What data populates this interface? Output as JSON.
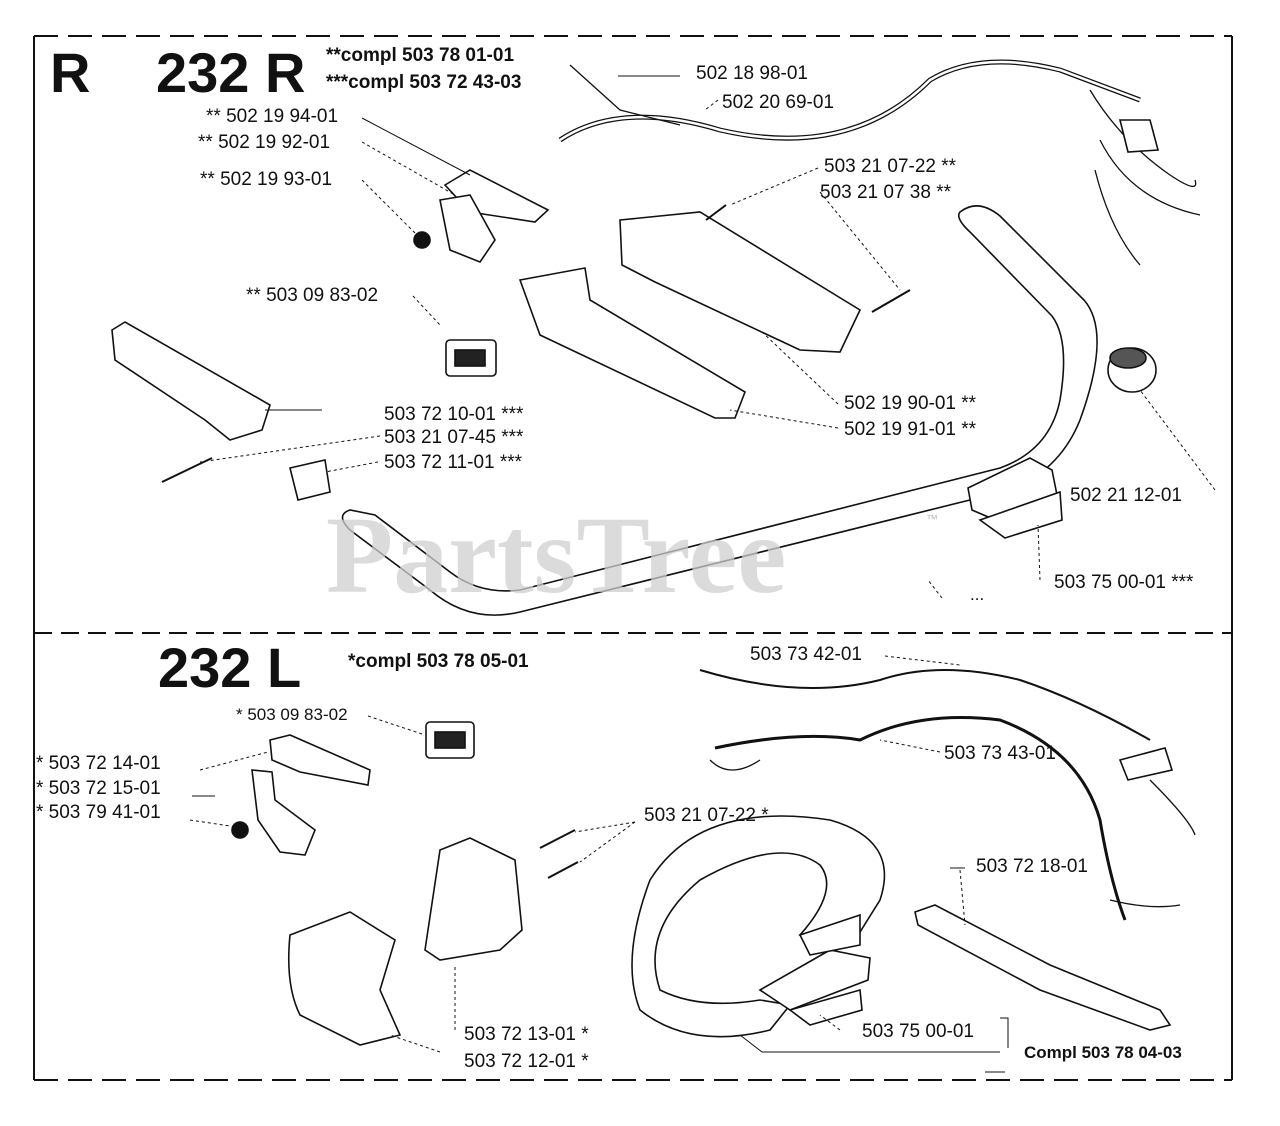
{
  "watermark": "PartsTree",
  "watermark_tm": "™",
  "top": {
    "section_letter": "R",
    "model": "232 R",
    "compl_1": "**compl 503 78 01-01",
    "compl_2": "***compl 503 72 43-03",
    "labels": {
      "p502189801": "502 18 98-01",
      "p502206901": "502 20 69-01",
      "p502199401": "** 502 19 94-01",
      "p502199201": "** 502 19 92-01",
      "p502199301": "** 502 19 93-01",
      "p503210722": "503 21 07-22 **",
      "p503210738": "503 21 07 38 **",
      "p503098302": "** 503 09 83-02",
      "p503721001": "503 72 10-01 ***",
      "p503210745": "503 21 07-45 ***",
      "p503721101": "503 72 11-01 ***",
      "p502199001": "502 19 90-01 **",
      "p502199101": "502 19 91-01 **",
      "p502211201": "502 21 12-01",
      "p503750001": "503 75 00-01 ***",
      "dots": "..."
    }
  },
  "bottom": {
    "model": "232 L",
    "compl": "*compl 503 78 05-01",
    "labels": {
      "p503734201": "503 73 42-01",
      "p503734301": "503 73 43-01",
      "p503098302": "* 503 09 83-02",
      "p503721401": "* 503 72 14-01",
      "p503721501": "* 503 72 15-01",
      "p503794101": "* 503 79 41-01",
      "p503210722": "503 21 07-22 *",
      "p503721801": "503 72 18-01",
      "p503721301": "503 72 13-01 *",
      "p503721201": "503 72 12-01 *",
      "p503750001": "503 75 00-01",
      "compl_bottom": "Compl 503 78 04-03"
    }
  }
}
